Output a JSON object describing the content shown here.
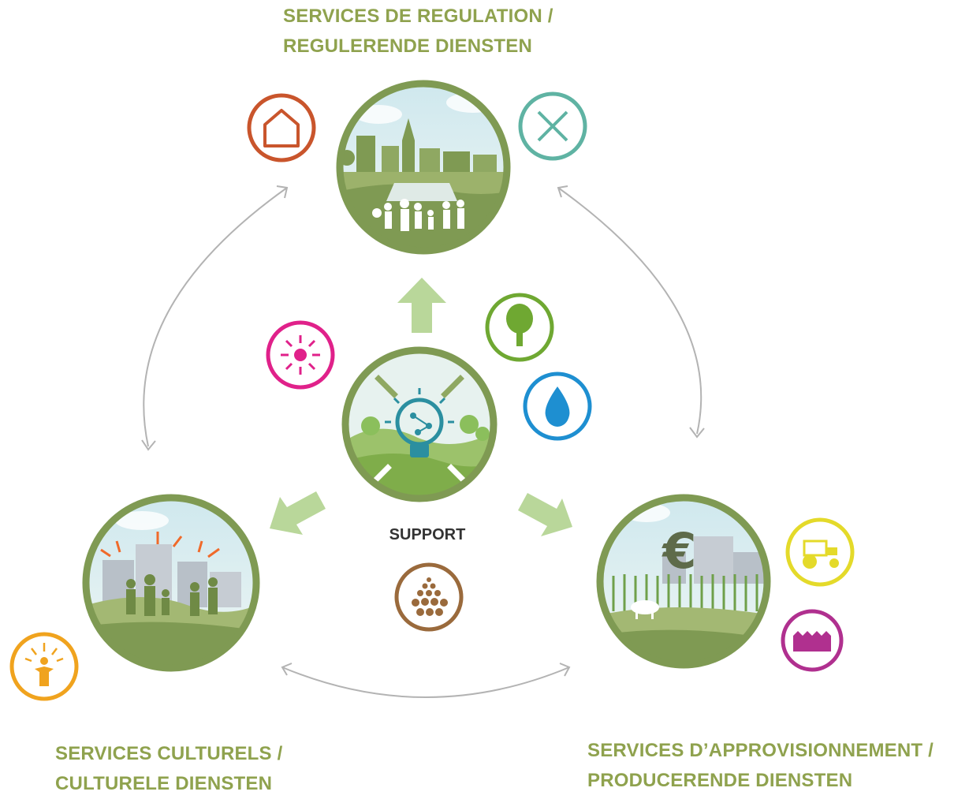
{
  "labels": {
    "regulation": {
      "line1": "SERVICES DE REGULATION /",
      "line2": "REGULERENDE DIENSTEN"
    },
    "cultural": {
      "line1": "SERVICES CULTURELS /",
      "line2": "CULTURELE DIENSTEN"
    },
    "provisioning": {
      "line1": "SERVICES D’APPROVISIONNEMENT /",
      "line2": "PRODUCERENDE DIENSTEN"
    },
    "support": "SUPPORT"
  },
  "colors": {
    "label_green": "#8fa24e",
    "ring": "#7f9a53",
    "arrow_green": "#b9d79a",
    "cycle_arrow": "#b3b3b3",
    "house_icon": "#c9552c",
    "cross_icon": "#5fb3a3",
    "sun_icon": "#e0218a",
    "tree_icon": "#6fa832",
    "water_icon": "#1e8fd1",
    "soil_icon": "#9a6a3c",
    "person_icon": "#f0a31e",
    "tractor_icon": "#e4da2a",
    "factory_icon": "#b0308f"
  },
  "icons": [
    "house-icon",
    "cross-icon",
    "sun-icon",
    "tree-icon",
    "water-drop-icon",
    "soil-icon",
    "person-icon",
    "tractor-icon",
    "factory-icon",
    "euro-icon",
    "lightbulb-icon"
  ]
}
